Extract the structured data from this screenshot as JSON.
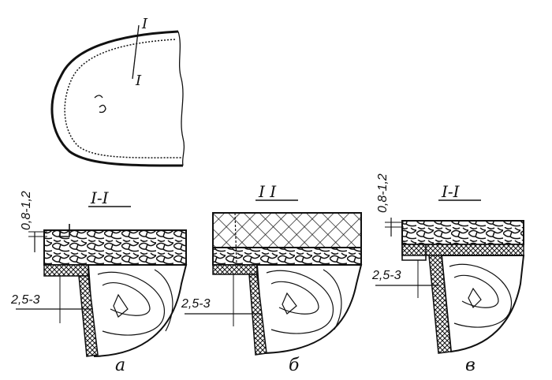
{
  "top_view": {
    "section_mark_upper": "I",
    "section_mark_lower": "I"
  },
  "views": [
    {
      "section_label": "I-I",
      "dim_top": "0,8-1,2",
      "dim_bottom": "2,5-3",
      "caption": "а"
    },
    {
      "section_label": "I I",
      "dim_bottom": "2,5-3",
      "caption": "б"
    },
    {
      "section_label": "I-I",
      "dim_top": "0,8-1,2",
      "dim_bottom": "2,5-3",
      "caption": "в"
    }
  ]
}
